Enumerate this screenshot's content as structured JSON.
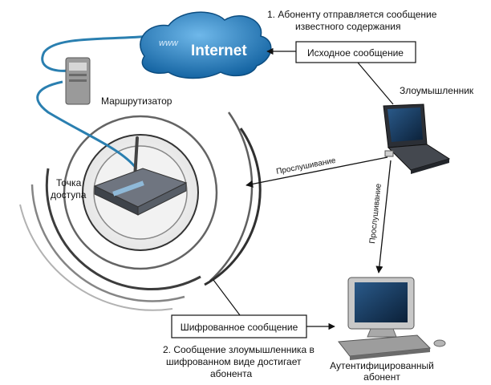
{
  "internet": {
    "www": "www",
    "label": "Internet"
  },
  "note_top": {
    "line1": "1. Абоненту отправляется сообщение",
    "line2": "известного содержания"
  },
  "boxes": {
    "source_message": "Исходное сообщение",
    "encrypted_message": "Шифрованное сообщение"
  },
  "devices": {
    "router": "Маршрутизатор",
    "access_point_line1": "Точка",
    "access_point_line2": "доступа",
    "attacker": "Злоумышленник",
    "victim_line1": "Аутентифицированный",
    "victim_line2": "абонент"
  },
  "arrows": {
    "sniff_ap": "Прослушивание",
    "sniff_victim": "Прослушивание"
  },
  "note_bottom": {
    "line1": "2. Сообщение злоумышленника в",
    "line2": "шифрованном виде достигает",
    "line3": "абонента"
  },
  "colors": {
    "cloud": "#1e7fc4",
    "cable": "#2a7fb0",
    "wave": "#1a1a1a",
    "box_border": "#111111"
  }
}
